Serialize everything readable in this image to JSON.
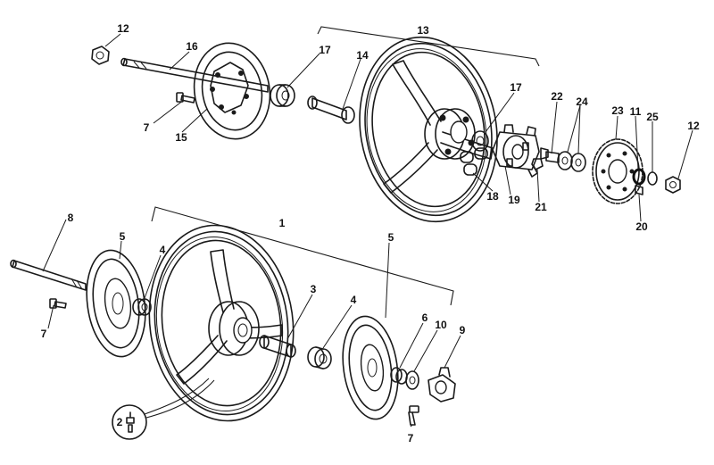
{
  "callouts": [
    {
      "id": "c12a",
      "text": "12"
    },
    {
      "id": "c16",
      "text": "16"
    },
    {
      "id": "c7a",
      "text": "7"
    },
    {
      "id": "c15",
      "text": "15"
    },
    {
      "id": "c17a",
      "text": "17"
    },
    {
      "id": "c14",
      "text": "14"
    },
    {
      "id": "c13",
      "text": "13"
    },
    {
      "id": "c17b",
      "text": "17"
    },
    {
      "id": "c22",
      "text": "22"
    },
    {
      "id": "c24",
      "text": "24"
    },
    {
      "id": "c23",
      "text": "23"
    },
    {
      "id": "c11",
      "text": "11"
    },
    {
      "id": "c25",
      "text": "25"
    },
    {
      "id": "c12b",
      "text": "12"
    },
    {
      "id": "c18",
      "text": "18"
    },
    {
      "id": "c19",
      "text": "19"
    },
    {
      "id": "c21",
      "text": "21"
    },
    {
      "id": "c20",
      "text": "20"
    },
    {
      "id": "c8",
      "text": "8"
    },
    {
      "id": "c5a",
      "text": "5"
    },
    {
      "id": "c4a",
      "text": "4"
    },
    {
      "id": "c1",
      "text": "1"
    },
    {
      "id": "c5b",
      "text": "5"
    },
    {
      "id": "c7b",
      "text": "7"
    },
    {
      "id": "c3",
      "text": "3"
    },
    {
      "id": "c4b",
      "text": "4"
    },
    {
      "id": "c6",
      "text": "6"
    },
    {
      "id": "c10",
      "text": "10"
    },
    {
      "id": "c9",
      "text": "9"
    },
    {
      "id": "c7c",
      "text": "7"
    },
    {
      "id": "c2",
      "text": "2"
    }
  ]
}
